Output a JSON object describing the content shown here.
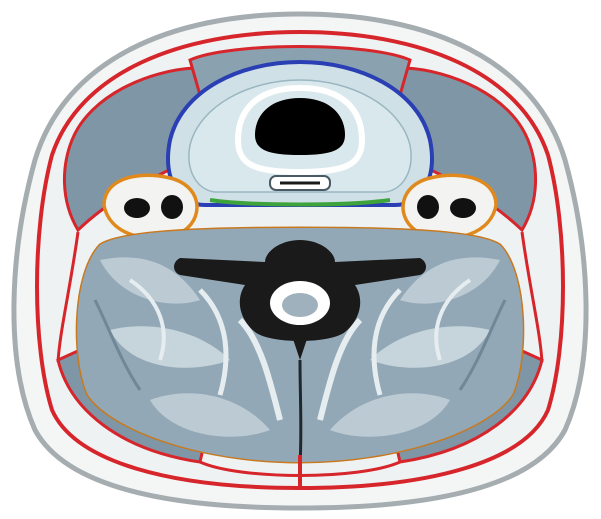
{
  "figure": {
    "kind": "cross-section illustration",
    "background": "#ffffff"
  },
  "colors": {
    "skin_outline": "#9aa3a8",
    "investing_fascia": "#d6262b",
    "pretracheal_fascia": "#2a3fb3",
    "carotid_sheath": "#e08a1e",
    "prevertebral_fascia": "#c8791e",
    "alar_boundary": "#3ea33b",
    "muscle_fill": "#7f96a6",
    "muscle_light": "#b9c7cf",
    "visceral_fill": "#cfe0e6",
    "airway": "#000000",
    "bone": "#1a1a1a"
  },
  "structures": [
    {
      "id": "skin",
      "icon": "outline-shape"
    },
    {
      "id": "investing-layer",
      "icon": "red-contour"
    },
    {
      "id": "pretracheal-layer",
      "icon": "blue-contour"
    },
    {
      "id": "carotid-sheath-left",
      "icon": "orange-ring"
    },
    {
      "id": "carotid-sheath-right",
      "icon": "orange-ring"
    },
    {
      "id": "prevertebral-layer",
      "icon": "brown-contour"
    },
    {
      "id": "trachea-lumen",
      "icon": "black-dome"
    },
    {
      "id": "vertebra",
      "icon": "bone-shape"
    },
    {
      "id": "spinal-canal",
      "icon": "ring"
    }
  ]
}
